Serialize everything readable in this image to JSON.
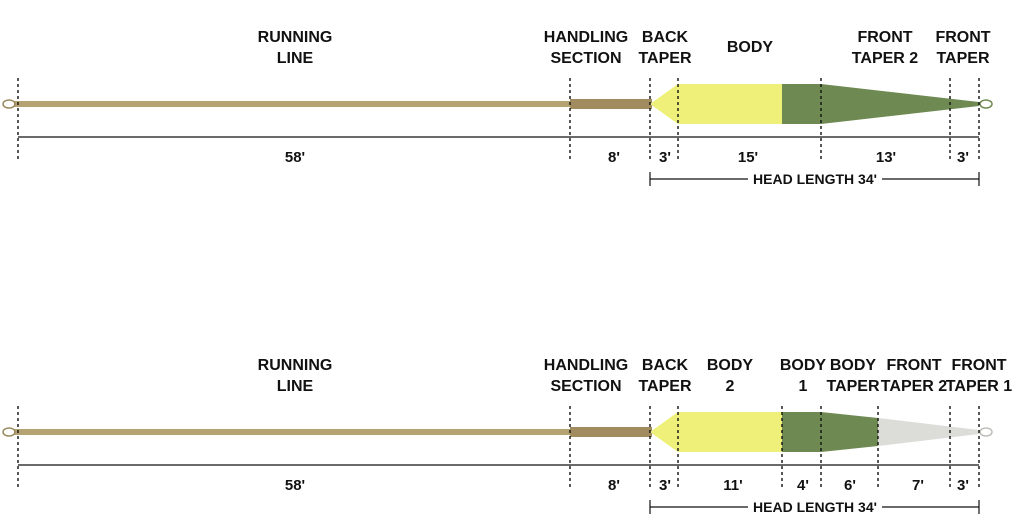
{
  "colors": {
    "running_line": "#b5a271",
    "handling": "#a08c5f",
    "body_yellow": "#eef07a",
    "olive": "#6e8a52",
    "gray": "#dcdcd8",
    "ink": "#111111"
  },
  "diagrams": [
    {
      "labels": [
        {
          "lines": [
            "RUNNING",
            "LINE"
          ]
        },
        {
          "lines": [
            "HANDLING",
            "SECTION"
          ]
        },
        {
          "lines": [
            "BACK",
            "TAPER"
          ]
        },
        {
          "lines": [
            "BODY"
          ]
        },
        {
          "lines": [
            "FRONT",
            "TAPER 2"
          ]
        },
        {
          "lines": [
            "FRONT",
            "TAPER"
          ]
        }
      ],
      "lengths": [
        "58'",
        "8'",
        "3'",
        "15'",
        "13'",
        "3'"
      ],
      "head_length": "HEAD LENGTH 34'"
    },
    {
      "labels": [
        {
          "lines": [
            "RUNNING",
            "LINE"
          ]
        },
        {
          "lines": [
            "HANDLING",
            "SECTION"
          ]
        },
        {
          "lines": [
            "BACK",
            "TAPER"
          ]
        },
        {
          "lines": [
            "BODY",
            "2"
          ]
        },
        {
          "lines": [
            "BODY",
            "1"
          ]
        },
        {
          "lines": [
            "BODY",
            "TAPER"
          ]
        },
        {
          "lines": [
            "FRONT",
            "TAPER 2"
          ]
        },
        {
          "lines": [
            "FRONT",
            "TAPER 1"
          ]
        }
      ],
      "lengths": [
        "58'",
        "8'",
        "3'",
        "11'",
        "4'",
        "6'",
        "7'",
        "3'"
      ],
      "head_length": "HEAD LENGTH 34'"
    }
  ]
}
